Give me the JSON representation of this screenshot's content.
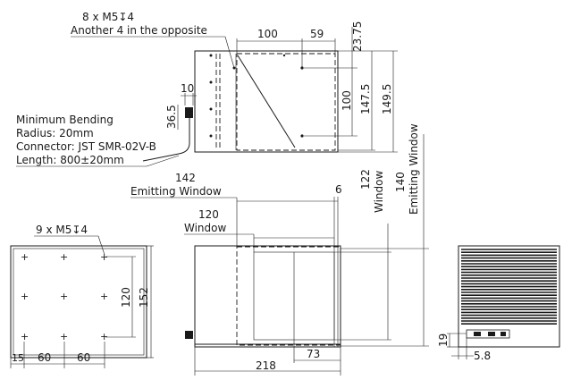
{
  "colors": {
    "ink": "#1a1a1a",
    "background": "#ffffff"
  },
  "top_view": {
    "hole_spec": "8 x M5↧4",
    "hole_note": "Another 4 in the opposite",
    "dim_100_top": "100",
    "dim_59": "59",
    "dim_23_75": "23.75",
    "dim_100_side": "100",
    "dim_147_5": "147.5",
    "dim_149_5": "149.5",
    "dim_10": "10",
    "dim_36_5": "36.5"
  },
  "cable_note": {
    "line1": "Minimum Bending",
    "line2": "Radius: 20mm",
    "line3": "Connector: JST SMR-02V-B",
    "line4": "Length: 800±20mm"
  },
  "front_view": {
    "hole_spec": "9 x M5↧4",
    "dim_120": "120",
    "dim_152": "152",
    "dim_15": "15",
    "dim_60_a": "60",
    "dim_60_b": "60"
  },
  "side_view": {
    "dim_142": "142",
    "emitting_window": "Emitting Window",
    "dim_120": "120",
    "window": "Window",
    "dim_6": "6",
    "dim_122": "122",
    "window_vertical": "Window",
    "dim_140": "140",
    "emitting_window_vertical": "Emitting Window",
    "dim_218": "218",
    "dim_73": "73"
  },
  "rear_view": {
    "dim_19": "19",
    "dim_5_8": "5.8"
  }
}
